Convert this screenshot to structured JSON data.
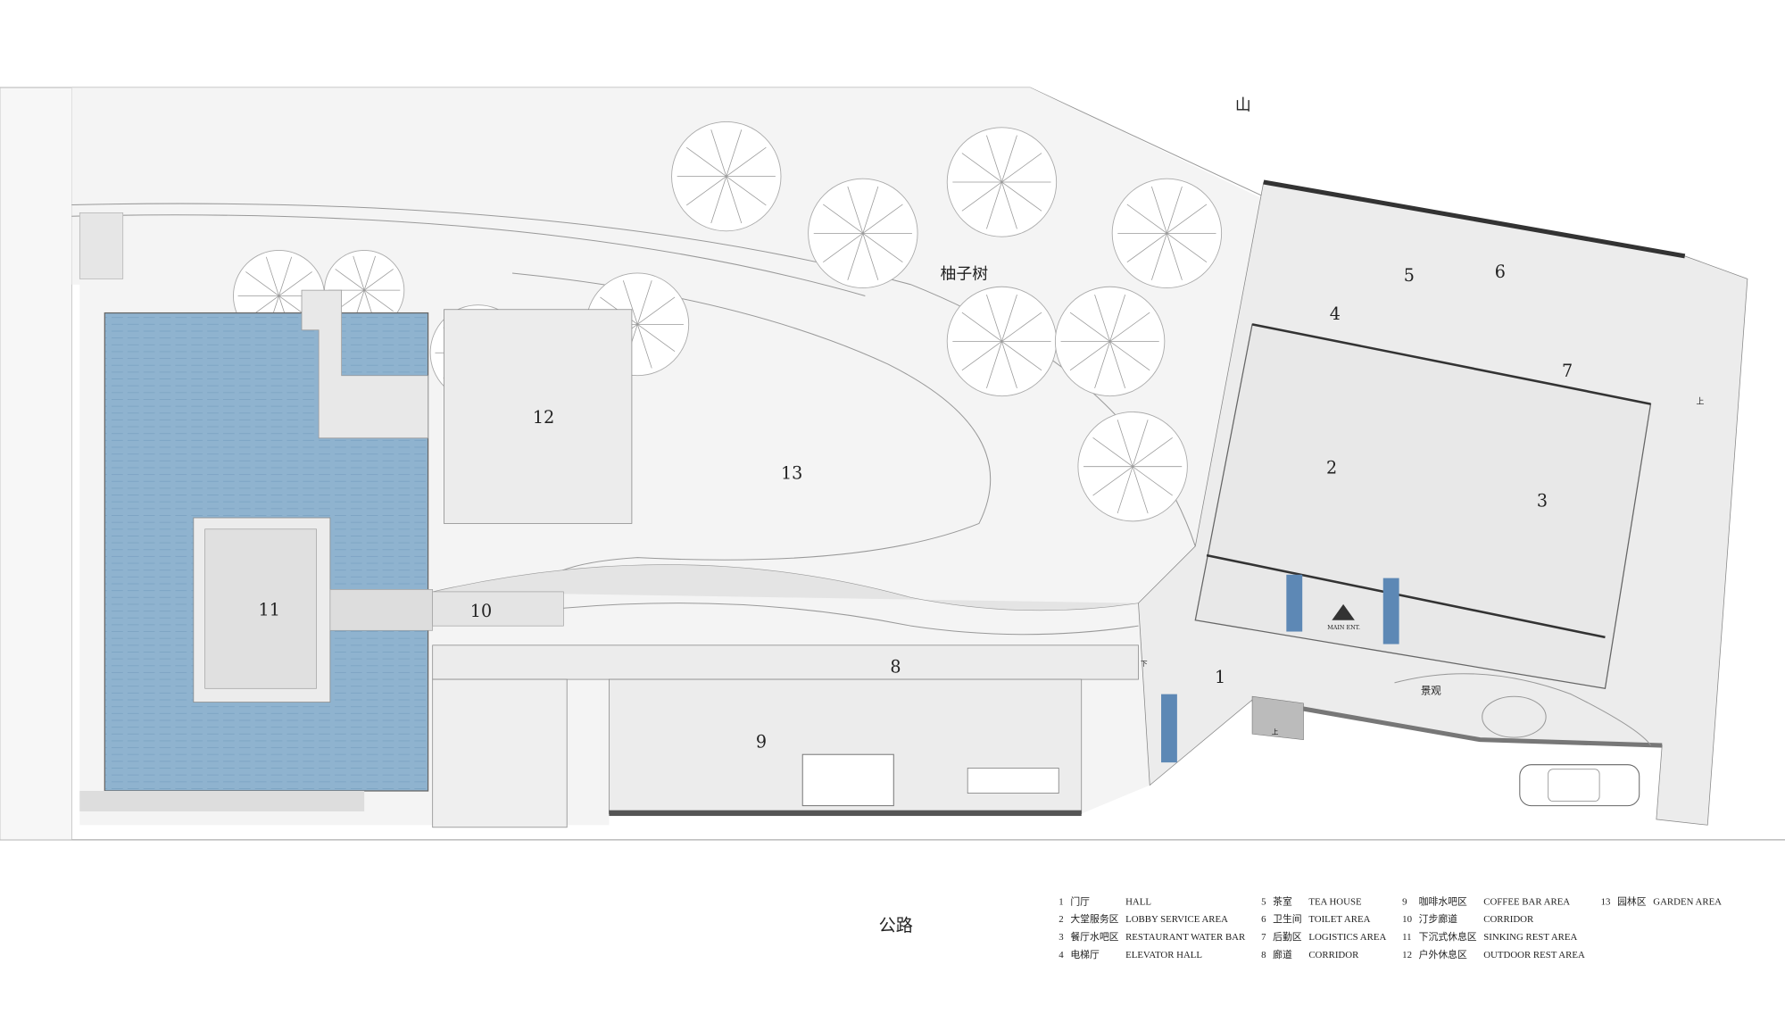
{
  "plan": {
    "labels": {
      "mountain": "山",
      "pomelo_trees": "柚子树",
      "road": "公路",
      "main_entrance": "MAIN ENT.",
      "landscape": "景观",
      "up": "上",
      "down": "下"
    },
    "area_numbers": [
      "1",
      "2",
      "3",
      "4",
      "5",
      "6",
      "7",
      "8",
      "9",
      "10",
      "11",
      "12",
      "13"
    ],
    "colors": {
      "pool": "#8fb3cf",
      "floor": "#ececec",
      "wall": "#555555"
    }
  },
  "legend": [
    {
      "num": "1",
      "cn": "门厅",
      "en": "HALL"
    },
    {
      "num": "2",
      "cn": "大堂服务区",
      "en": "LOBBY SERVICE AREA"
    },
    {
      "num": "3",
      "cn": "餐厅水吧区",
      "en": "RESTAURANT WATER BAR"
    },
    {
      "num": "4",
      "cn": "电梯厅",
      "en": "ELEVATOR HALL"
    },
    {
      "num": "5",
      "cn": "茶室",
      "en": "TEA HOUSE"
    },
    {
      "num": "6",
      "cn": "卫生间",
      "en": "TOILET AREA"
    },
    {
      "num": "7",
      "cn": "后勤区",
      "en": "LOGISTICS AREA"
    },
    {
      "num": "8",
      "cn": "廊道",
      "en": "CORRIDOR"
    },
    {
      "num": "9",
      "cn": "咖啡水吧区",
      "en": "COFFEE BAR AREA"
    },
    {
      "num": "10",
      "cn": "汀步廊道",
      "en": "CORRIDOR"
    },
    {
      "num": "11",
      "cn": "下沉式休息区",
      "en": "SINKING REST AREA"
    },
    {
      "num": "12",
      "cn": "户外休息区",
      "en": "OUTDOOR REST AREA"
    },
    {
      "num": "13",
      "cn": "园林区",
      "en": "GARDEN AREA"
    }
  ]
}
